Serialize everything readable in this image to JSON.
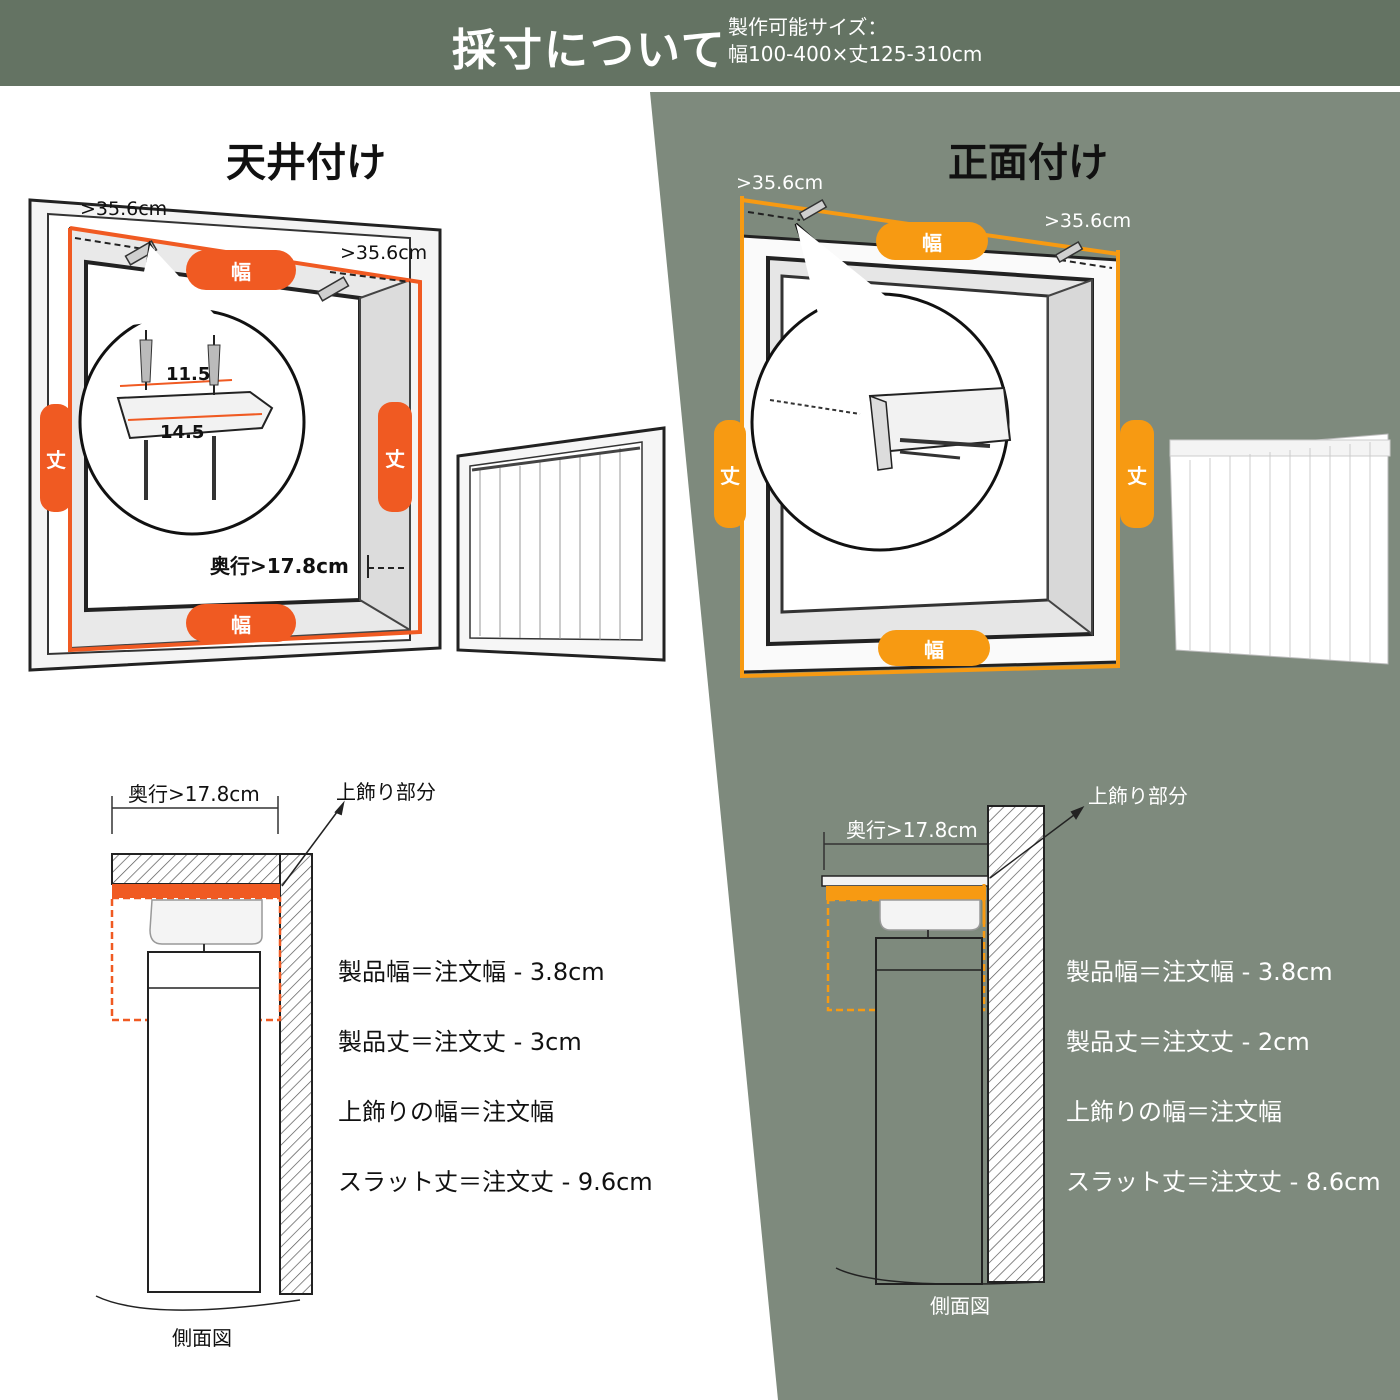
{
  "header": {
    "title": "採寸について",
    "size_label": "製作可能サイズ：",
    "size_value": "幅100-400×丈125-310cm"
  },
  "left": {
    "title": "天井付け",
    "clearance_a": ">35.6cm",
    "clearance_b": ">35.6cm",
    "badge_width_top": "幅",
    "badge_width_bottom": "幅",
    "badge_height_left": "丈",
    "badge_height_right": "丈",
    "dim_a": "11.5",
    "dim_b": "14.5",
    "depth": "奥行>17.8cm",
    "side_depth": "奥行>17.8cm",
    "valance_label": "上飾り部分",
    "side_caption": "側面図",
    "formulas": [
      "製品幅＝注文幅 - 3.8cm",
      "製品丈＝注文丈 - 3cm",
      "上飾りの幅＝注文幅",
      "スラット丈＝注文丈 - 9.6cm"
    ]
  },
  "right": {
    "title": "正面付け",
    "clearance_a": ">35.6cm",
    "clearance_b": ">35.6cm",
    "badge_width_top": "幅",
    "badge_width_bottom": "幅",
    "badge_height_left": "丈",
    "badge_height_right": "丈",
    "side_depth": "奥行>17.8cm",
    "valance_label": "上飾り部分",
    "side_caption": "側面図",
    "formulas": [
      "製品幅＝注文幅 - 3.8cm",
      "製品丈＝注文丈 - 2cm",
      "上飾りの幅＝注文幅",
      "スラット丈＝注文丈 - 8.6cm"
    ]
  },
  "colors": {
    "header_bg": "#647363",
    "right_panel_bg": "#7e8a7d",
    "ceiling_accent": "#f05a22",
    "front_accent": "#f79a12"
  }
}
